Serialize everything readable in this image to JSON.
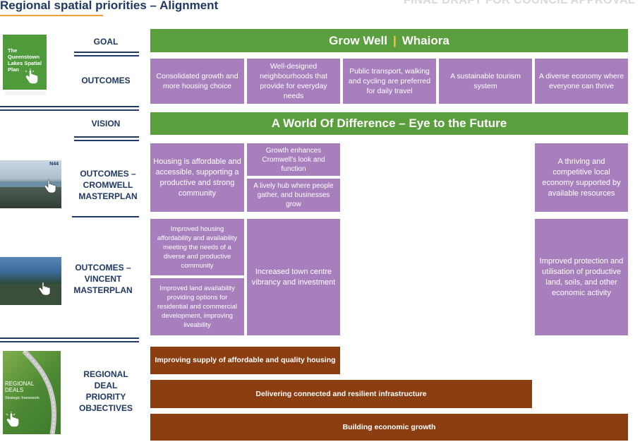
{
  "header": {
    "title": "Regional spatial priorities – Alignment",
    "watermark": "FINAL DRAFT FOR COUNCIL APPROVAL"
  },
  "left_labels": {
    "goal": "GOAL",
    "outcomes": "OUTCOMES",
    "vision": "VISION",
    "cromwell": "OUTCOMES – CROMWELL MASTERPLAN",
    "vincent": "OUTCOMES – VINCENT MASTERPLAN",
    "regional": "REGIONAL DEAL PRIORITY OBJECTIVES"
  },
  "thumbnails": {
    "spatial_plan": {
      "title": "The Queenstown Lakes Spatial Plan",
      "icon": "pointing-hand-icon"
    },
    "cromwell_doc": {
      "badge": "N44",
      "icon": "pointing-hand-icon"
    },
    "vincent_doc": {
      "icon": "pointing-hand-icon"
    },
    "regional_deals_doc": {
      "title": "REGIONAL DEALS",
      "subtitle": "Strategic framework",
      "icon": "pointing-hand-icon"
    }
  },
  "goal": {
    "left": "Grow Well",
    "right": "Whaiora"
  },
  "outcomes": [
    "Consolidated growth and more housing choice",
    "Well-designed neighbourhoods that provide for everyday needs",
    "Public transport, walking and cycling are preferred for daily travel",
    "A sustainable tourism system",
    "A diverse economy where everyone can thrive"
  ],
  "vision": "A World Of Difference – Eye to the Future",
  "cromwell": {
    "housing": "Housing is affordable and accessible, supporting a productive and strong community",
    "look": "Growth enhances Cromwell's look and function",
    "hub": "A lively hub where people gather, and businesses grow",
    "economy": "A thriving and competitive local economy supported by available resources"
  },
  "vincent": {
    "housing": "Improved housing affordability and availability meeting the needs of a diverse and productive community",
    "land": "Improved land availability providing options for residential and commercial development, improving liveability",
    "town_centre": "Increased town centre vibrancy and investment",
    "productive": "Improved protection and utilisation of productive land, soils, and other economic activity"
  },
  "regional_objectives": [
    "Improving supply of affordable and quality housing",
    "Delivering connected and resilient infrastructure",
    "Building economic growth"
  ],
  "colors": {
    "navy": "#1f3864",
    "green": "#5a9e3d",
    "purple": "#a77fbd",
    "brown": "#8b3e12",
    "accent_yellow": "#f2c94c"
  }
}
